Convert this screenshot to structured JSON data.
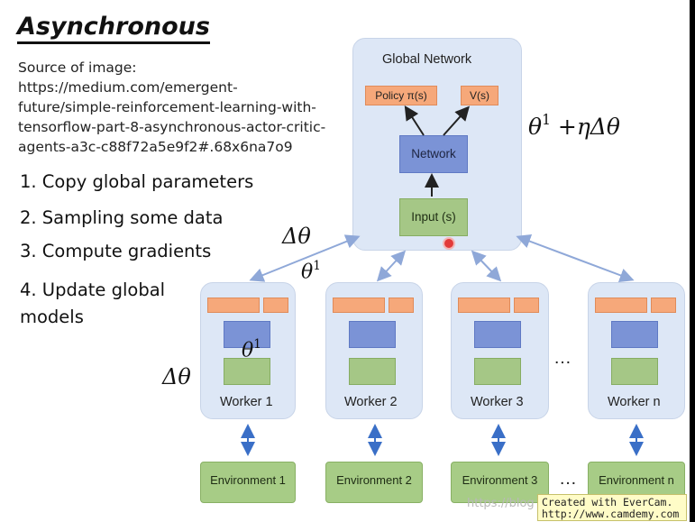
{
  "title": "Asynchronous",
  "source": {
    "lines": [
      "Source of image:",
      "https://medium.com/emergent-",
      "future/simple-reinforcement-learning-with-",
      "tensorflow-part-8-asynchronous-actor-critic-",
      "agents-a3c-c88f72a5e9f2#.68x6na7o9"
    ]
  },
  "steps": [
    "1. Copy global parameters",
    "2. Sampling some data",
    "3. Compute gradients",
    "4. Update global",
    "models"
  ],
  "math": {
    "global_update": "θ",
    "global_update_sup": "1",
    "global_update_rest": " +ηΔθ",
    "delta_top": "Δθ",
    "theta_top": "θ",
    "theta_top_sup": "1",
    "theta_worker": "θ",
    "theta_worker_sup": "1",
    "delta_worker": "Δθ"
  },
  "global_network": {
    "title": "Global Network",
    "policy": "Policy π(s)",
    "value": "V(s)",
    "network": "Network",
    "input": "Input (s)"
  },
  "workers": [
    {
      "label": "Worker 1",
      "environment": "Environment 1"
    },
    {
      "label": "Worker 2",
      "environment": "Environment 2"
    },
    {
      "label": "Worker 3",
      "environment": "Environment 3"
    },
    {
      "label": "Worker n",
      "environment": "Environment n"
    }
  ],
  "ellipsis": "…",
  "watermark": {
    "url": "https://blog",
    "camdemy_line1": "Created with EverCam.",
    "camdemy_line2": "http://www.camdemy.com"
  },
  "colors": {
    "panel": "#dde7f6",
    "policy_box": "#f6a87a",
    "network_box": "#7b93d6",
    "input_box": "#a5c786",
    "arrow": "#8fa8d8",
    "env_arrow": "#3a6fc7",
    "cursor": "#e23a3a"
  }
}
